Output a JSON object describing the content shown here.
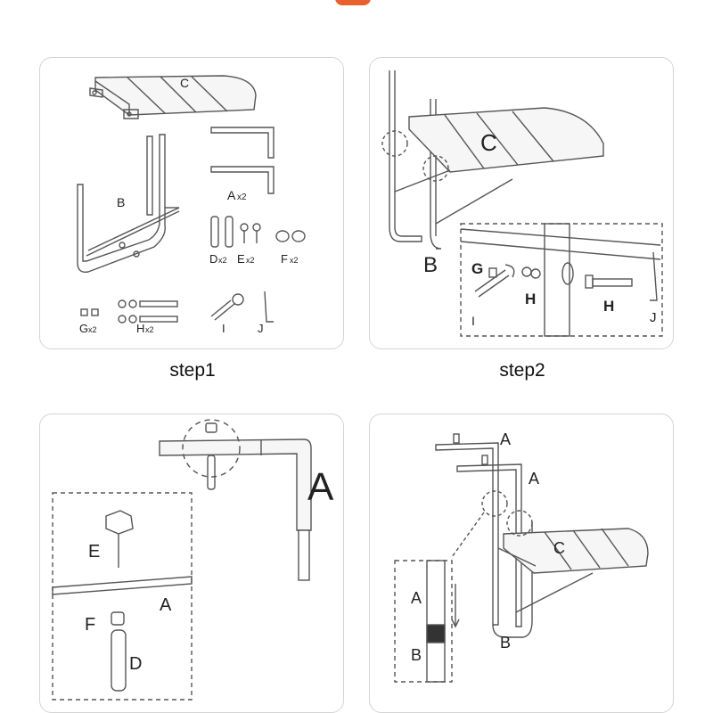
{
  "steps": [
    {
      "caption": "step1",
      "parts": {
        "C": "C",
        "B": "B",
        "A": "A",
        "A_qty": "x2",
        "D": "D",
        "D_qty": "x2",
        "E": "E",
        "E_qty": "x2",
        "F": "F",
        "F_qty": "x2",
        "G": "G",
        "G_qty": "x2",
        "H": "H",
        "H_qty": "x2",
        "I": "I",
        "J": "J"
      }
    },
    {
      "caption": "step2",
      "parts": {
        "C": "C",
        "B": "B",
        "G": "G",
        "H1": "H",
        "H2": "H",
        "I": "I",
        "J": "J"
      }
    },
    {
      "caption": "",
      "parts": {
        "A_big": "A",
        "E": "E",
        "A": "A",
        "F": "F",
        "D": "D"
      }
    },
    {
      "caption": "",
      "parts": {
        "A1": "A",
        "A2": "A",
        "C": "C",
        "B1": "B",
        "A3": "A",
        "B2": "B"
      }
    }
  ],
  "colors": {
    "accent": "#e8612c",
    "line": "#555555",
    "border": "#d4d4d4"
  }
}
